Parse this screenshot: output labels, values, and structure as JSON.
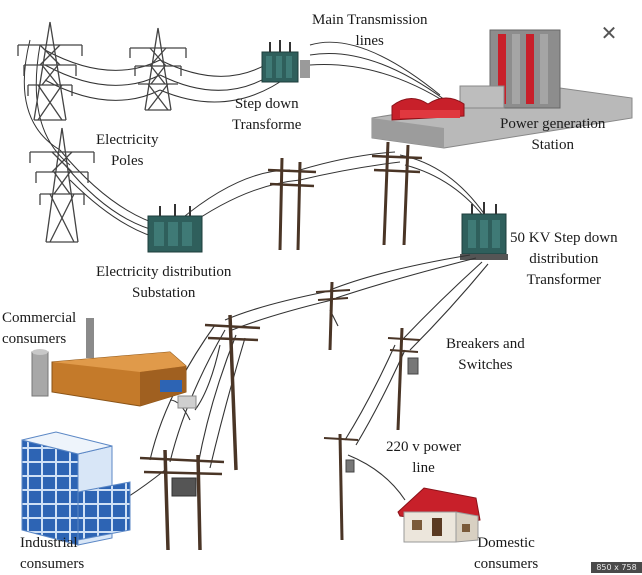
{
  "labels": {
    "main_transmission": [
      "Main Transmission",
      "lines"
    ],
    "step_down": [
      "Step down",
      "Transforme"
    ],
    "electricity_poles": [
      "Electricity",
      "Poles"
    ],
    "power_generation": [
      "Power generation",
      "Station"
    ],
    "distribution_substation": [
      "Electricity distribution",
      "Substation"
    ],
    "step_down_distribution": [
      "50 KV Step down",
      "distribution",
      "Transformer"
    ],
    "commercial": [
      "Commercial",
      "consumers"
    ],
    "breakers": [
      "Breakers and",
      "Switches"
    ],
    "power_line_220": [
      "220 v power",
      "line"
    ],
    "industrial": [
      "Industrial",
      "consumers"
    ],
    "domestic": [
      "Domestic",
      "consumers"
    ]
  },
  "ui": {
    "close_glyph": "✕",
    "size_badge": "850 x 758"
  },
  "colors": {
    "tower": "#444444",
    "wire": "#333333",
    "pole": "#4a3526",
    "transformer": "#2f5f5c",
    "station_roof": "#c8202a",
    "factory_roof": "#c47a2a",
    "house_roof": "#c8202a",
    "building_glass": "#2d64b4"
  }
}
